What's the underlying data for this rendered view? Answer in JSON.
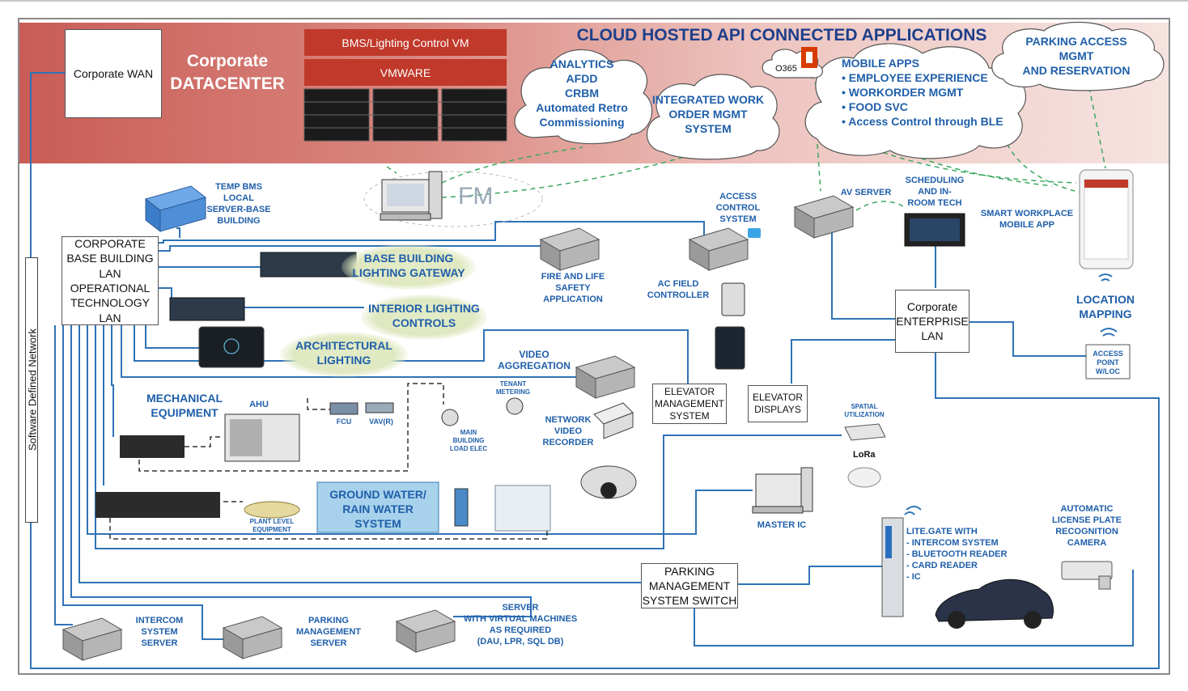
{
  "datacenter": {
    "wan_box": "Corporate WAN",
    "title_line1": "Corporate",
    "title_line2": "DATACENTER",
    "vm_bar": "BMS/Lighting Control VM",
    "vmware_bar": "VMWARE"
  },
  "cloud": {
    "title": "CLOUD HOSTED API CONNECTED APPLICATIONS",
    "analytics": [
      "ANALYTICS",
      "AFDD",
      "CRBM",
      "Automated Retro",
      "Commissioning"
    ],
    "work_order": [
      "INTEGRATED WORK",
      "ORDER MGMT",
      "SYSTEM"
    ],
    "o365": "O365",
    "mobile_apps": [
      "MOBILE APPS",
      "• EMPLOYEE EXPERIENCE",
      "• WORKORDER MGMT",
      "• FOOD SVC",
      "• Access Control through BLE"
    ],
    "parking": [
      "PARKING ACCESS",
      "MGMT",
      "AND RESERVATION"
    ]
  },
  "fm_label": "FM",
  "sdn_label": "Software Defined Network",
  "boxes": {
    "corp_lan": [
      "CORPORATE",
      "BASE BUILDING",
      "LAN",
      "OPERATIONAL",
      "TECHNOLOGY",
      "LAN"
    ],
    "enterprise_lan": [
      "Corporate",
      "ENTERPRISE",
      "LAN"
    ],
    "elevator_mgmt": [
      "ELEVATOR",
      "MANAGEMENT",
      "SYSTEM"
    ],
    "elevator_displays": [
      "ELEVATOR",
      "DISPLAYS"
    ],
    "parking_switch": [
      "PARKING",
      "MANAGEMENT",
      "SYSTEM SWITCH"
    ]
  },
  "labels": {
    "temp_bms": [
      "TEMP BMS",
      "LOCAL",
      "SERVER-BASE",
      "BUILDING"
    ],
    "access_control": [
      "ACCESS",
      "CONTROL",
      "SYSTEM"
    ],
    "av_server": "AV SERVER",
    "scheduling": [
      "SCHEDULING",
      "AND IN-",
      "ROOM TECH"
    ],
    "smart_workplace": [
      "SMART WORKPLACE",
      "MOBILE APP"
    ],
    "fire_life": [
      "FIRE AND LIFE",
      "SAFETY",
      "APPLICATION"
    ],
    "ac_field": [
      "AC FIELD",
      "CONTROLLER"
    ],
    "location_mapping": [
      "LOCATION",
      "MAPPING"
    ],
    "access_point": [
      "ACCESS",
      "POINT",
      "W/LOC"
    ],
    "video_aggregation": [
      "VIDEO",
      "AGGREGATION"
    ],
    "network_video": [
      "NETWORK",
      "VIDEO",
      "RECORDER"
    ],
    "mechanical": [
      "MECHANICAL",
      "EQUIPMENT"
    ],
    "ahu": "AHU",
    "fcu": "FCU",
    "vav": "VAV(R)",
    "tenant_metering": [
      "TENANT",
      "METERING"
    ],
    "main_building": [
      "MAIN",
      "BUILDING",
      "LOAD ELEC"
    ],
    "plant_level": [
      "PLANT LEVEL",
      "EQUIPMENT"
    ],
    "spatial": [
      "SPATIAL",
      "UTILIZATION"
    ],
    "lora": "LoRa",
    "master_ic": "MASTER IC",
    "litegate": [
      "LITE.GATE WITH",
      "- INTERCOM SYSTEM",
      "- BLUETOOTH READER",
      "- CARD READER",
      "- IC"
    ],
    "alpr": [
      "AUTOMATIC",
      "LICENSE PLATE",
      "RECOGNITION",
      "CAMERA"
    ],
    "intercom": [
      "INTERCOM",
      "SYSTEM",
      "SERVER"
    ],
    "parking_server": [
      "PARKING",
      "MANAGEMENT",
      "SERVER"
    ],
    "vm_server": [
      "SERVER",
      "WITH VIRTUAL MACHINES",
      "AS REQUIRED",
      "(DAU, LPR, SQL DB)"
    ]
  },
  "ovals": {
    "base_lighting": [
      "BASE BUILDING",
      "LIGHTING GATEWAY"
    ],
    "interior_lighting": [
      "INTERIOR LIGHTING",
      "CONTROLS"
    ],
    "architectural": [
      "ARCHITECTURAL",
      "LIGHTING"
    ]
  },
  "ground_water": [
    "GROUND WATER/",
    "RAIN WATER",
    "SYSTEM"
  ],
  "colors": {
    "line": "#2f73b6",
    "green_dash": "#3aa860",
    "label_blue": "#1f5faa",
    "dc_red": "#c0392b"
  }
}
